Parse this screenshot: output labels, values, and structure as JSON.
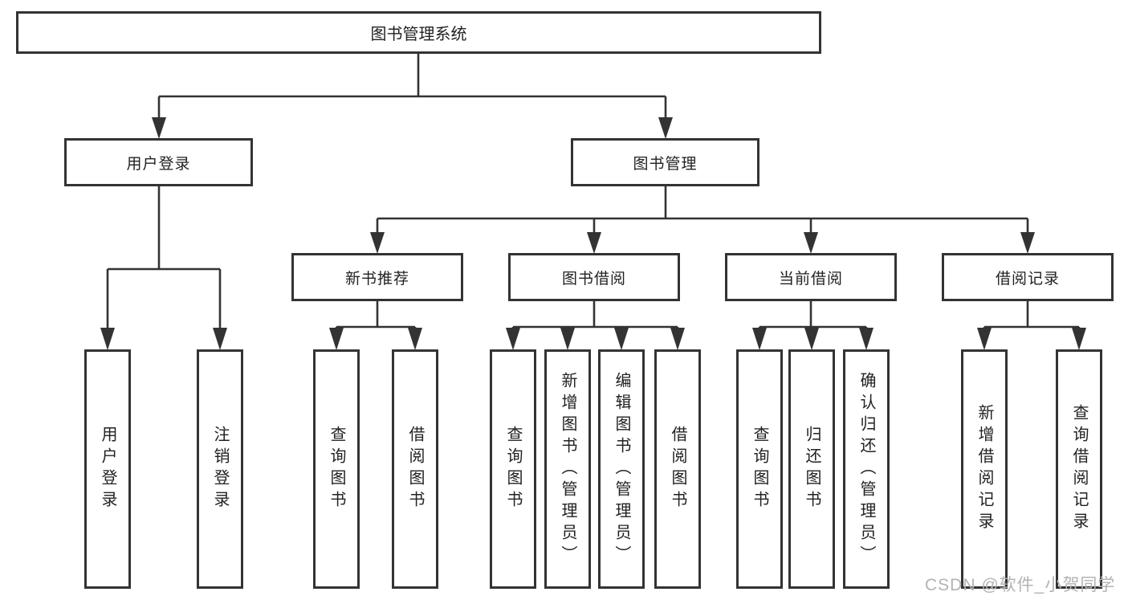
{
  "diagram": {
    "title": "图书管理系统",
    "type": "hierarchy-tree"
  },
  "colors": {
    "line": "#333333",
    "box_border": "#333333",
    "box_fill": "#ffffff",
    "text": "#222222",
    "watermark": "#b3b3b3"
  },
  "nodes": {
    "root": {
      "label": "图书管理系统"
    },
    "level2": [
      {
        "label": "用户登录"
      },
      {
        "label": "图书管理"
      }
    ],
    "level3": [
      {
        "label": "新书推荐"
      },
      {
        "label": "图书借阅"
      },
      {
        "label": "当前借阅"
      },
      {
        "label": "借阅记录"
      }
    ],
    "leaves": {
      "user_login": [
        {
          "label": "用户登录"
        },
        {
          "label": "注销登录"
        }
      ],
      "new_book": [
        {
          "label": "查询图书"
        },
        {
          "label": "借阅图书"
        }
      ],
      "book_borrow": [
        {
          "label": "查询图书"
        },
        {
          "label": "新增图书（管理员）"
        },
        {
          "label": "编辑图书（管理员）"
        },
        {
          "label": "借阅图书"
        }
      ],
      "current_borrow": [
        {
          "label": "查询图书"
        },
        {
          "label": "归还图书"
        },
        {
          "label": "确认归还（管理员）"
        }
      ],
      "borrow_record": [
        {
          "label": "新增借阅记录"
        },
        {
          "label": "查询借阅记录"
        }
      ]
    }
  },
  "watermark": "CSDN @软件_小贺同学"
}
